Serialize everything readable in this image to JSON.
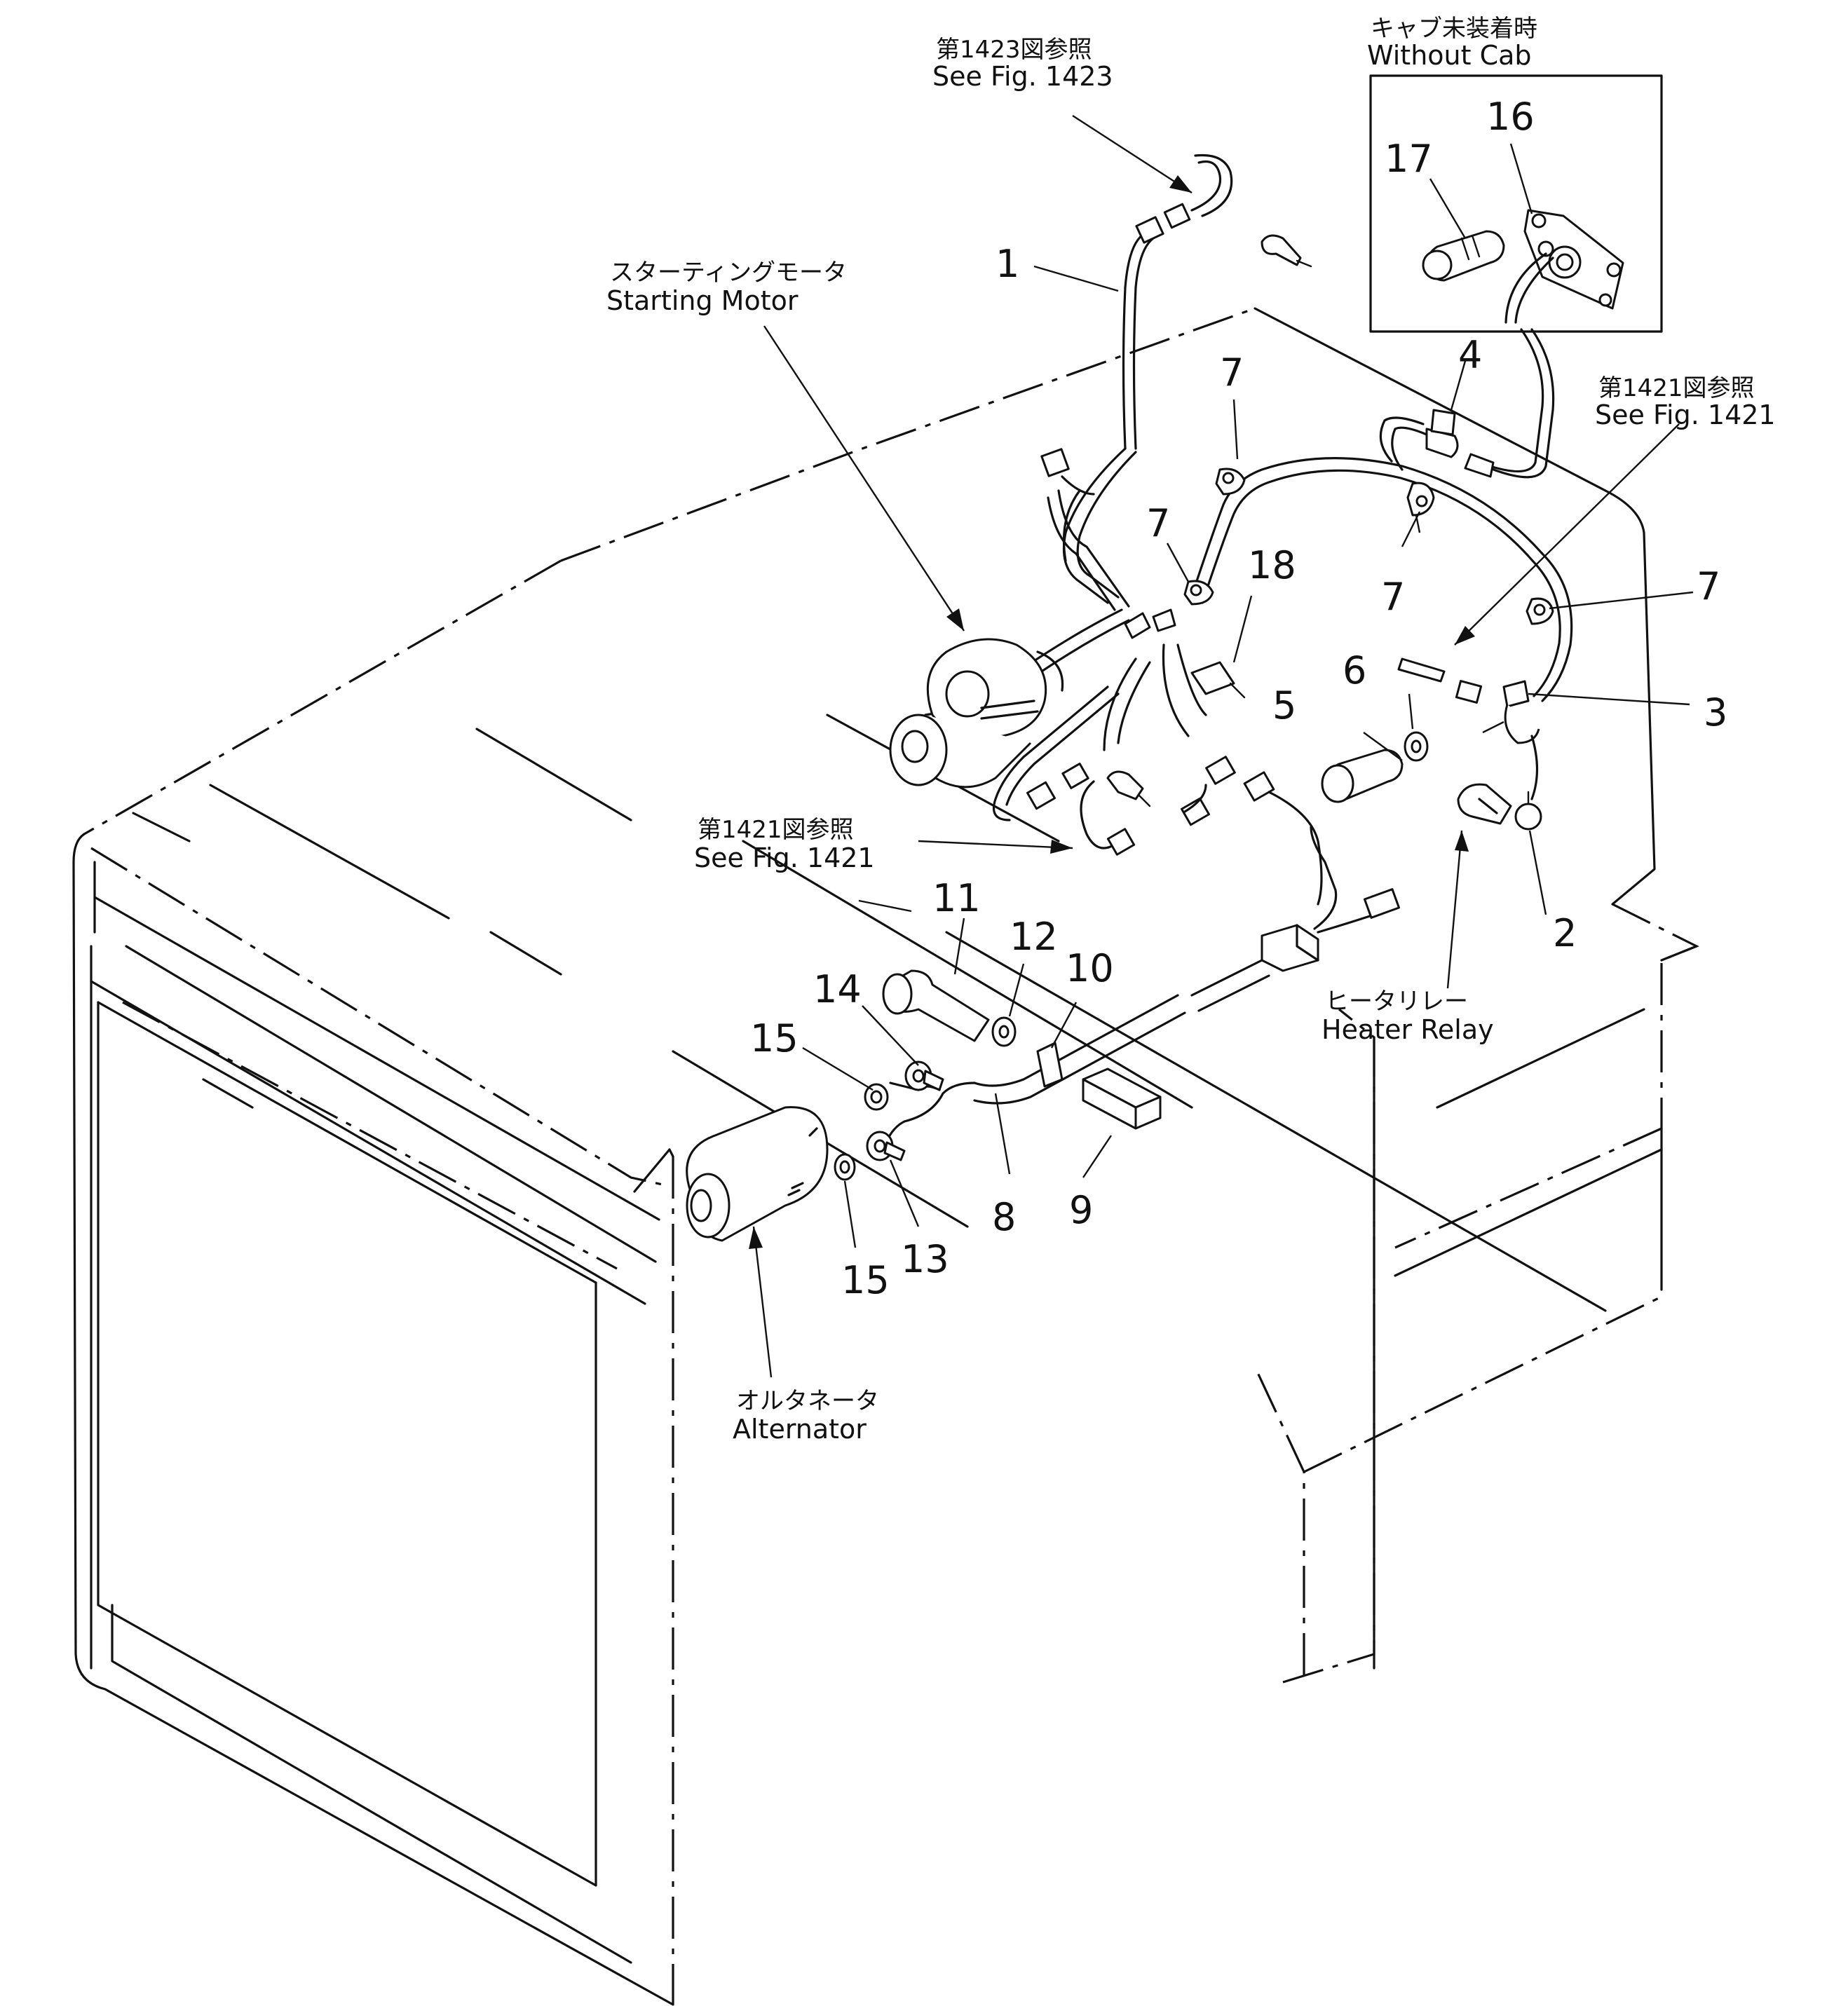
{
  "callouts": {
    "c1": "1",
    "c2": "2",
    "c3": "3",
    "c4": "4",
    "c5": "5",
    "c6": "6",
    "c7a": "7",
    "c7b": "7",
    "c7c": "7",
    "c7d": "7",
    "c8": "8",
    "c9": "9",
    "c10": "10",
    "c11": "11",
    "c12": "12",
    "c13": "13",
    "c14": "14",
    "c15a": "15",
    "c15b": "15",
    "c16": "16",
    "c17": "17",
    "c18": "18"
  },
  "captions": {
    "fig1423_jp": "第1423図参照",
    "fig1423_en": "See  Fig. 1423",
    "without_cab_jp": "キャブ未装着時",
    "without_cab_en": "Without  Cab",
    "starting_motor_jp": "スターティングモータ",
    "starting_motor_en": "Starting  Motor",
    "fig1421_right_jp": "第1421図参照",
    "fig1421_right_en": "See  Fig. 1421",
    "fig1421_left_jp": "第1421図参照",
    "fig1421_left_en": "See  Fig. 1421",
    "heater_relay_jp": "ヒータリレー",
    "heater_relay_en": "Heater  Relay",
    "alternator_jp": "オルタネータ",
    "alternator_en": "Alternator"
  }
}
